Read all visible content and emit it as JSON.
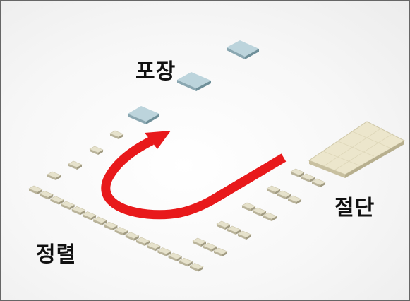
{
  "labels": {
    "packaging": "포장",
    "cutting": "절단",
    "sorting": "정렬"
  },
  "colors": {
    "arrow": "#e8191b",
    "tile_top": "#e6e2cc",
    "tile_side": "#b9b39a",
    "pack_top": "#bcd4dc",
    "pack_side": "#8aa7b1",
    "slab_top": "#ece6cc",
    "slab_side": "#c8c0a0"
  }
}
